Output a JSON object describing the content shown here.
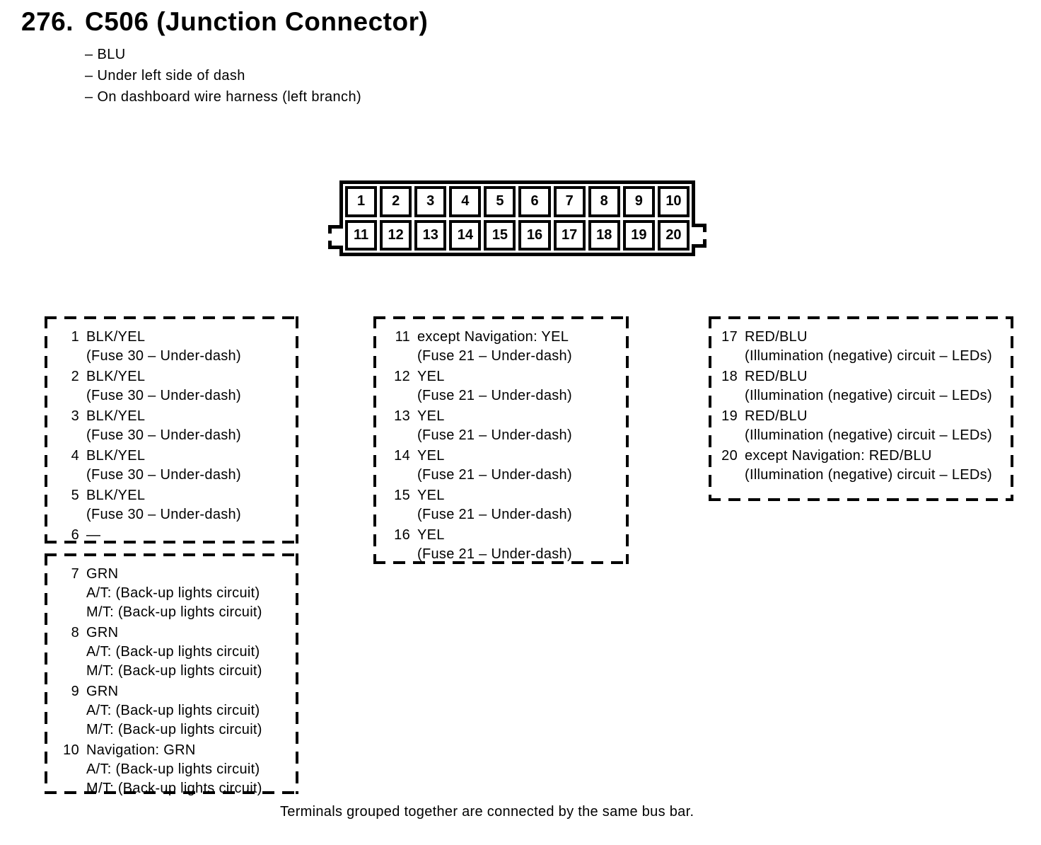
{
  "page": {
    "item_number": "276.",
    "title": "C506 (Junction Connector)",
    "notes": [
      "– BLU",
      "– Under left side of dash",
      "– On dashboard wire harness (left branch)"
    ],
    "footer": "Terminals grouped together are connected by the same bus bar."
  },
  "colors": {
    "ink": "#000000",
    "paper": "#ffffff"
  },
  "connector": {
    "rows": [
      [
        "1",
        "2",
        "3",
        "4",
        "5",
        "6",
        "7",
        "8",
        "9",
        "10"
      ],
      [
        "11",
        "12",
        "13",
        "14",
        "15",
        "16",
        "17",
        "18",
        "19",
        "20"
      ]
    ]
  },
  "pin_groups": [
    {
      "name": "pins-1-6",
      "entries": [
        {
          "pin": "1",
          "lines": [
            "BLK/YEL",
            "(Fuse 30 – Under-dash)"
          ]
        },
        {
          "pin": "2",
          "lines": [
            "BLK/YEL",
            "(Fuse 30 – Under-dash)"
          ]
        },
        {
          "pin": "3",
          "lines": [
            "BLK/YEL",
            "(Fuse 30 – Under-dash)"
          ]
        },
        {
          "pin": "4",
          "lines": [
            "BLK/YEL",
            "(Fuse 30 – Under-dash)"
          ]
        },
        {
          "pin": "5",
          "lines": [
            "BLK/YEL",
            "(Fuse 30 – Under-dash)"
          ]
        },
        {
          "pin": "6",
          "lines": [
            "—"
          ]
        }
      ]
    },
    {
      "name": "pins-7-10",
      "entries": [
        {
          "pin": "7",
          "lines": [
            "GRN",
            "A/T: (Back-up lights circuit)",
            "M/T: (Back-up lights circuit)"
          ]
        },
        {
          "pin": "8",
          "lines": [
            "GRN",
            "A/T: (Back-up lights circuit)",
            "M/T: (Back-up lights circuit)"
          ]
        },
        {
          "pin": "9",
          "lines": [
            "GRN",
            "A/T: (Back-up lights circuit)",
            "M/T: (Back-up lights circuit)"
          ]
        },
        {
          "pin": "10",
          "lines": [
            "Navigation: GRN",
            "A/T: (Back-up lights circuit)",
            "M/T: (Back-up lights circuit)"
          ]
        }
      ]
    },
    {
      "name": "pins-11-16",
      "entries": [
        {
          "pin": "11",
          "lines": [
            "except Navigation: YEL",
            "(Fuse 21 – Under-dash)"
          ]
        },
        {
          "pin": "12",
          "lines": [
            "YEL",
            "(Fuse 21 – Under-dash)"
          ]
        },
        {
          "pin": "13",
          "lines": [
            "YEL",
            "(Fuse 21 – Under-dash)"
          ]
        },
        {
          "pin": "14",
          "lines": [
            "YEL",
            "(Fuse 21 – Under-dash)"
          ]
        },
        {
          "pin": "15",
          "lines": [
            "YEL",
            "(Fuse 21 – Under-dash)"
          ]
        },
        {
          "pin": "16",
          "lines": [
            "YEL",
            "(Fuse 21 – Under-dash)"
          ]
        }
      ]
    },
    {
      "name": "pins-17-20",
      "entries": [
        {
          "pin": "17",
          "lines": [
            "RED/BLU",
            "(Illumination (negative) circuit – LEDs)"
          ]
        },
        {
          "pin": "18",
          "lines": [
            "RED/BLU",
            "(Illumination (negative) circuit – LEDs)"
          ]
        },
        {
          "pin": "19",
          "lines": [
            "RED/BLU",
            "(Illumination (negative) circuit – LEDs)"
          ]
        },
        {
          "pin": "20",
          "lines": [
            "except Navigation: RED/BLU",
            "(Illumination (negative) circuit – LEDs)"
          ]
        }
      ]
    }
  ]
}
